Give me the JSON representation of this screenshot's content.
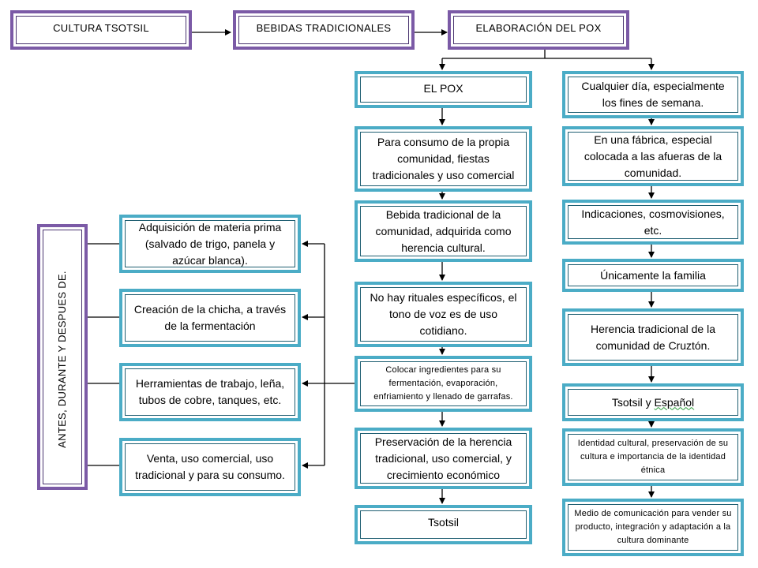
{
  "top_row": {
    "cultura": "CULTURA TSOTSIL",
    "bebidas": "BEBIDAS TRADICIONALES",
    "elaboracion": "ELABORACIÓN DEL POX"
  },
  "middle_column": [
    "EL POX",
    "Para consumo de la propia comunidad, fiestas tradicionales y uso comercial",
    "Bebida tradicional de la comunidad, adquirida como herencia cultural.",
    "No hay rituales específicos, el tono de voz es de uso cotidiano.",
    "Colocar ingredientes para su fermentación, evaporación, enfriamiento y llenado de garrafas.",
    "Preservación de la herencia tradicional, uso comercial, y crecimiento económico",
    "Tsotsil"
  ],
  "right_column": [
    "Cualquier día, especialmente los fines de semana.",
    "En una fábrica, especial colocada a las afueras de la comunidad.",
    "Indicaciones, cosmovisiones, etc.",
    "Únicamente la familia",
    "Herencia tradicional de la comunidad de Cruztón.",
    "Tsotsil y Español",
    "Identidad cultural, preservación de su cultura e importancia de la identidad étnica",
    "Medio de comunicación para vender su producto, integración y adaptación a la cultura dominante"
  ],
  "left_column": [
    "Adquisición de materia prima (salvado de trigo, panela y azúcar blanca).",
    "Creación de la chicha, a través de la fermentación",
    "Herramientas de trabajo, leña, tubos de cobre, tanques, etc.",
    "Venta, uso comercial, uso tradicional y para su consumo."
  ],
  "vertical_label": "ANTES, DURANTE Y DESPUES DE.",
  "colors": {
    "purple_border": "#7b5aa6",
    "teal_border": "#4bacc6",
    "spellcheck_underline": "#2a9d3a"
  }
}
